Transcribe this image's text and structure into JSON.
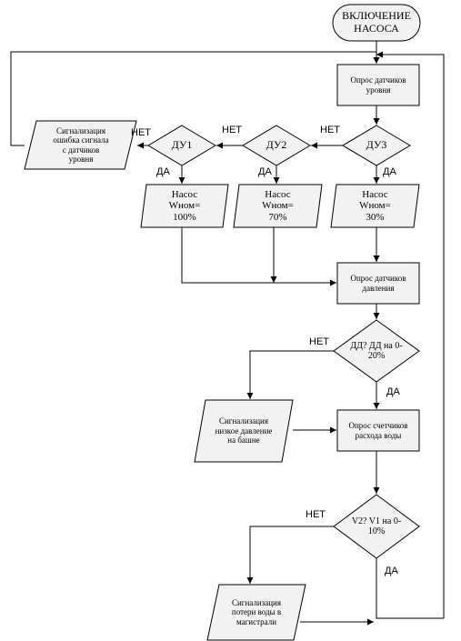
{
  "colors": {
    "shape_fill": "#f2f2f2",
    "line": "#000000",
    "background": "#ffffff"
  },
  "nodes": {
    "start": "ВКЛЮЧЕНИЕ\nНАСОСА",
    "poll_level": "Опрос датчиков\nуровня",
    "du3": "ДУ3",
    "du2": "ДУ2",
    "du1": "ДУ1",
    "level_error": "Сигнализация\nошибка сигнала\nс датчиков\nуровня",
    "pump30": "Насос\nWном=\n30%",
    "pump70": "Насос\nWном=\n70%",
    "pump100": "Насос\nWном=\n100%",
    "poll_pressure": "Опрос датчиков\nдавления",
    "dd_check": "ДД? ДД на 0-\n20%",
    "low_pressure": "Сигнализация\nнизкое давление\nна башне",
    "poll_meters": "Опрос счетчиков\nрасхода воды",
    "v_check": "V2? V1 на 0-\n10%",
    "water_loss": "Сигнализация\nпотери воды в\nмагистрали"
  },
  "branch_labels": {
    "no": "НЕТ",
    "yes": "ДА"
  }
}
